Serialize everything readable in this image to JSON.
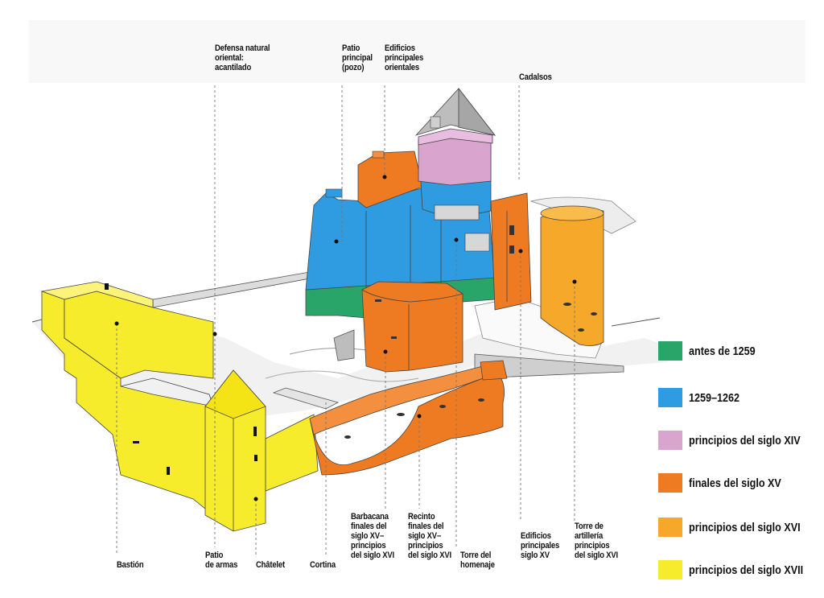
{
  "labels_top": {
    "defensa": "Defensa natural\noriental:\nacantilado",
    "patio_principal": "Patio\nprincipal\n(pozo)",
    "edificios_orientales": "Edificios\nprincipales\norientales",
    "cadalsos": "Cadalsos"
  },
  "labels_bottom": {
    "bastion": "Bastión",
    "patio_armas": "Patio\nde armas",
    "chatelet": "Châtelet",
    "cortina": "Cortina",
    "barbacana": "Barbacana\nfinales del\nsiglo XV–\nprincipios\ndel siglo XVI",
    "recinto": "Recinto\nfinales del\nsiglo XV–\nprincipios\ndel siglo XVI",
    "torre_homenaje": "Torre del\nhomenaje",
    "edificios_xv": "Edificios\nprincipales\nsiglo XV",
    "torre_artilleria": "Torre de\nartillería\nprincipios\ndel siglo XVI"
  },
  "legend": [
    {
      "label": "antes de 1259",
      "color": "#2aa56a"
    },
    {
      "label": "1259–1262",
      "color": "#2f9be0"
    },
    {
      "label": "principios del siglo XIV",
      "color": "#d9a5cf"
    },
    {
      "label": "finales del siglo XV",
      "color": "#ee7a22"
    },
    {
      "label": "principios del siglo XVI",
      "color": "#f6a82b"
    },
    {
      "label": "principios del siglo XVII",
      "color": "#f7ec2c"
    }
  ]
}
